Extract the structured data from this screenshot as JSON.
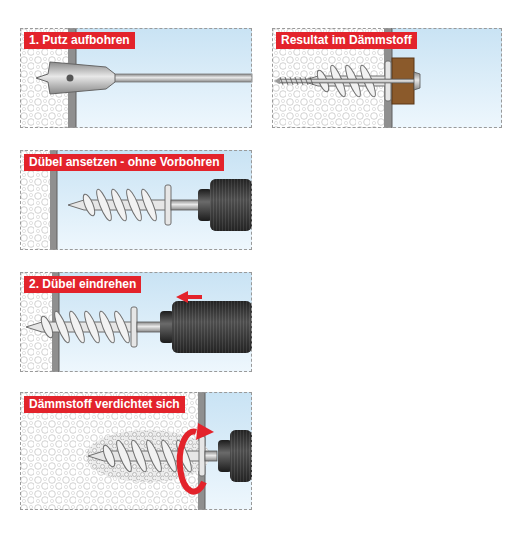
{
  "diagram": {
    "nodes": [
      {
        "text": [
          "1. Putz aufbohren"
        ]
      },
      {
        "text": [
          "Resultat im Dämmstoff"
        ]
      },
      {
        "text": [
          "Dübel ansetzen - ohne Vorbohren"
        ]
      },
      {
        "text": [
          "2. Dübel eindrehen"
        ]
      },
      {
        "text": [
          "Dämmstoff verdichtet sich"
        ]
      }
    ]
  }
}
